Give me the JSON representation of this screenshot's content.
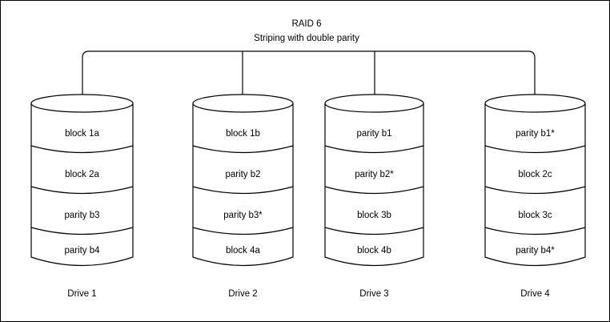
{
  "diagram": {
    "title": "RAID 6",
    "subtitle": "Striping with double parity",
    "background_color": "#ffffff",
    "stroke_color": "#000000",
    "border_color": "#000000"
  },
  "drives": [
    {
      "label": "Drive 1",
      "blocks": [
        "block 1a",
        "block 2a",
        "parity b3",
        "parity b4"
      ]
    },
    {
      "label": "Drive 2",
      "blocks": [
        "block 1b",
        "parity b2",
        "parity b3*",
        "block 4a"
      ]
    },
    {
      "label": "Drive 3",
      "blocks": [
        "parity b1",
        "parity b2*",
        "block 3b",
        "block 4b"
      ]
    },
    {
      "label": "Drive 4",
      "blocks": [
        "parity b1*",
        "block 2c",
        "block 3c",
        "parity b4*"
      ]
    }
  ]
}
